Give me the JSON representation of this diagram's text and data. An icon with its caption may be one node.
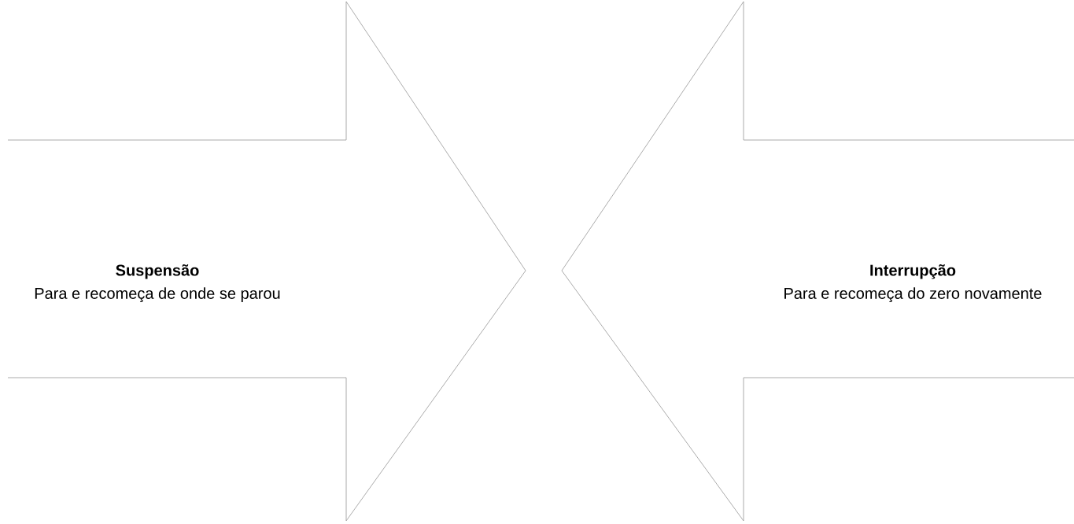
{
  "diagram": {
    "nodes": [
      {
        "text": [
          "Suspensão",
          "Para e recomeça de onde se parou"
        ]
      },
      {
        "text": [
          "Interrupção",
          "Para e recomeça do zero novamente"
        ]
      }
    ]
  }
}
